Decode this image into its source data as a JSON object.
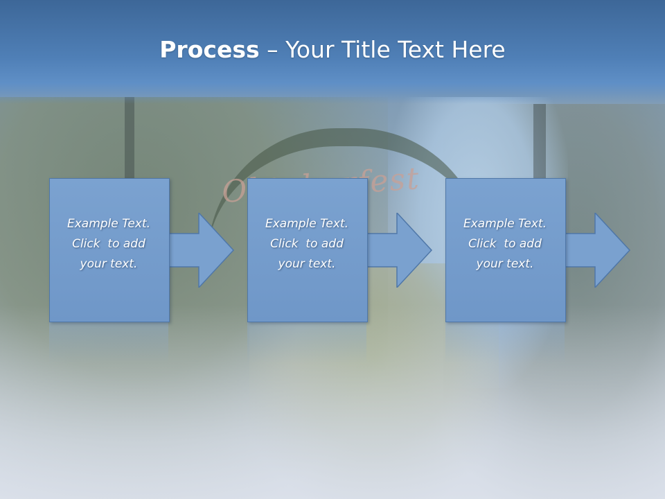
{
  "slide": {
    "title_bold": "Process",
    "title_dash": " – ",
    "title_rest": "Your Title Text Here"
  },
  "background": {
    "sign_text": "Oktoberfest"
  },
  "steps": [
    {
      "line1": "Example Text.",
      "line2": "Click  to add",
      "line3": "your text."
    },
    {
      "line1": "Example Text.",
      "line2": "Click  to add",
      "line3": "your text."
    },
    {
      "line1": "Example Text.",
      "line2": "Click  to add",
      "line3": "your text."
    }
  ],
  "colors": {
    "header": "#4f7fb6",
    "box": "#7ba2d0",
    "arrow": "#7aa1cf",
    "text": "#ffffff"
  }
}
